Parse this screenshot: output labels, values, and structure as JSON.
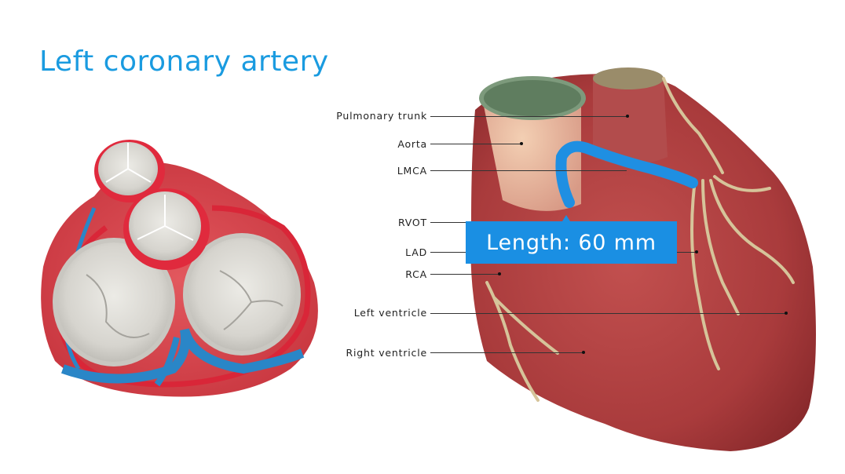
{
  "slide": {
    "title": "Left coronary artery",
    "accent_color": "#1a9be0"
  },
  "callout": {
    "text": "Length: 60 mm",
    "color": "#1a8fe3"
  },
  "labels": [
    {
      "id": "pulmonary-trunk",
      "text": "Pulmonary trunk"
    },
    {
      "id": "aorta",
      "text": "Aorta"
    },
    {
      "id": "lmca",
      "text": "LMCA"
    },
    {
      "id": "rvot",
      "text": "RVOT"
    },
    {
      "id": "lad",
      "text": "LAD"
    },
    {
      "id": "rca",
      "text": "RCA"
    },
    {
      "id": "left-ventricle",
      "text": "Left ventricle"
    },
    {
      "id": "right-ventricle",
      "text": "Right ventricle"
    }
  ],
  "images": {
    "left": "heart-valves-superior-view-illustration",
    "right": "heart-ct-3d-reconstruction"
  }
}
